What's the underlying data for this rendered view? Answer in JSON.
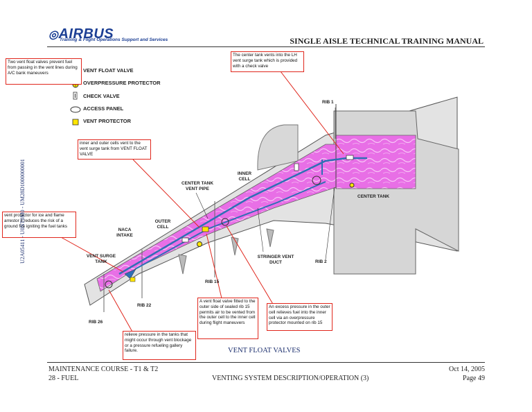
{
  "header": {
    "brand": "AIRBUS",
    "brand_sub": "Training & Flight Operations Support and Services",
    "manual_title": "SINGLE AISLE TECHNICAL TRAINING MANUAL"
  },
  "legend": {
    "items": [
      {
        "label": "VENT FLOAT VALVE",
        "icon": "vent-float-valve-icon"
      },
      {
        "label": "OVERPRESSURE PROTECTOR",
        "icon": "overpressure-protector-icon"
      },
      {
        "label": "CHECK VALVE",
        "icon": "check-valve-icon"
      },
      {
        "label": "ACCESS PANEL",
        "icon": "access-panel-icon"
      },
      {
        "label": "VENT PROTECTOR",
        "icon": "vent-protector-icon"
      }
    ]
  },
  "notes": {
    "float_valves_prevent": "Two vent float valves prevent fuel from passing in the vent lines during A/C bank maneuvers",
    "center_tank_vents": "The center tank vents into the LH vent surge tank which is provided with a check valve",
    "cells_vent": "inner and outer cells vent to the vent surge tank from VENT FLOAT VALVE",
    "vent_protector": "vent protector for ice and flame arrestor it reduces the risk of a ground fire igniting the fuel tanks",
    "float_valve_rib15": "A vent float valve fitted to the outer side of sealed rib 15 permits air to be vented from the outer cell to the inner cell during flight maneuvers",
    "excess_pressure": "An excess pressure in the outer cell relieves fuel into the inner cell via an overpressure protector mounted on rib 15",
    "relieve_pressure": "relieve pressure in the tanks that might occur through vent blockage or a pressure refueling gallery failure."
  },
  "labels": {
    "rib1": "RIB 1",
    "rib2": "RIB 2",
    "rib15": "RIB 15",
    "rib22": "RIB 22",
    "rib26": "RIB 26",
    "center_tank": "CENTER TANK",
    "center_tank_vent_pipe": "CENTER TANK VENT PIPE",
    "inner_cell": "INNER CELL",
    "outer_cell": "OUTER CELL",
    "naca_intake": "NACA INTAKE",
    "vent_surge_tank": "VENT SURGE TANK",
    "stringer_vent_duct": "STRINGER VENT DUCT"
  },
  "caption": "VENT FLOAT VALVES",
  "side_text": "U2A05411 - U0NT0M0 - UM28D1000000001",
  "footer": {
    "course": "MAINTENANCE COURSE - T1 & T2",
    "chapter": "28 - FUEL",
    "section": "VENTING SYSTEM DESCRIPTION/OPERATION (3)",
    "date": "Oct 14, 2005",
    "page": "Page 49"
  },
  "colors": {
    "tank_fill": "#e86fe6",
    "annotation": "#e0261c",
    "vent_line": "#2f6fb5"
  }
}
